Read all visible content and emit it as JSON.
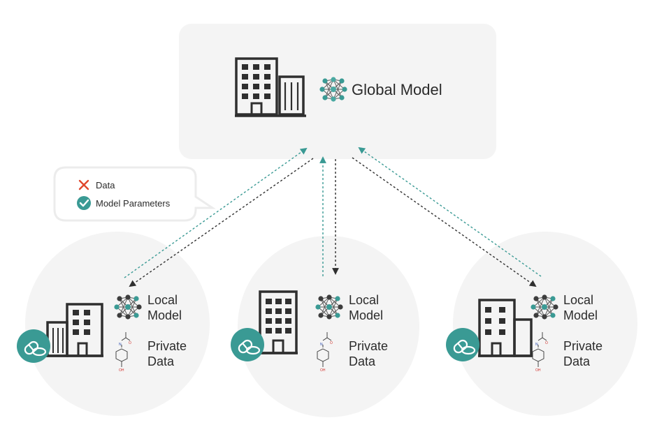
{
  "global": {
    "title": "Global Model"
  },
  "legend": {
    "items": [
      {
        "icon": "cross-icon",
        "label": "Data",
        "color": "#e0482e"
      },
      {
        "icon": "check-circle-icon",
        "label": "Model Parameters",
        "color": "#3a9a94"
      }
    ]
  },
  "clients": [
    {
      "model_line1": "Local",
      "model_line2": "Model",
      "data_line1": "Private",
      "data_line2": "Data"
    },
    {
      "model_line1": "Local",
      "model_line2": "Model",
      "data_line1": "Private",
      "data_line2": "Data"
    },
    {
      "model_line1": "Local",
      "model_line2": "Model",
      "data_line1": "Private",
      "data_line2": "Data"
    }
  ],
  "molecule": {
    "nh": "N",
    "oh": "OH",
    "o": "O"
  },
  "colors": {
    "teal": "#3a9a94",
    "dark": "#2f2f2f",
    "panel": "#f4f4f4",
    "red": "#e0482e"
  }
}
